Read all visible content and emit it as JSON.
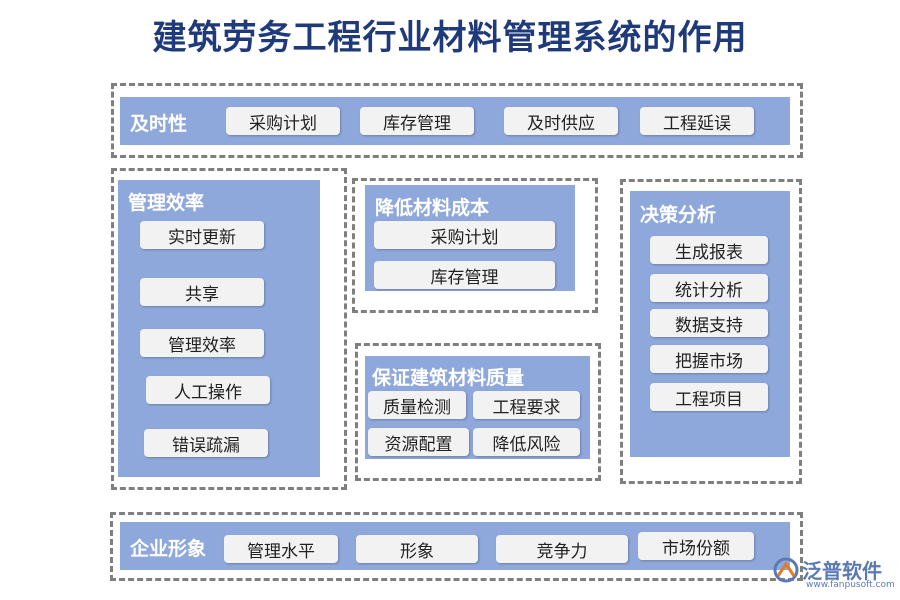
{
  "title": "建筑劳务工程行业材料管理系统的作用",
  "timeliness": {
    "label": "及时性",
    "items": [
      "采购计划",
      "库存管理",
      "及时供应",
      "工程延误"
    ]
  },
  "efficiency": {
    "label": "管理效率",
    "items": [
      "实时更新",
      "共享",
      "管理效率",
      "人工操作",
      "错误疏漏"
    ]
  },
  "cost": {
    "label": "降低材料成本",
    "items": [
      "采购计划",
      "库存管理"
    ]
  },
  "quality": {
    "label": "保证建筑材料质量",
    "items": [
      "质量检测",
      "工程要求",
      "资源配置",
      "降低风险"
    ]
  },
  "decision": {
    "label": "决策分析",
    "items": [
      "生成报表",
      "统计分析",
      "数据支持",
      "把握市场",
      "工程项目"
    ]
  },
  "image": {
    "label": "企业形象",
    "items": [
      "管理水平",
      "形象",
      "竞争力",
      "市场份额"
    ]
  },
  "logo": {
    "name": "泛普软件",
    "url": "www.fanpusoft.com",
    "icon": "fanpu-logo-icon"
  },
  "colors": {
    "title": "#1f3a7a",
    "panel": "#8fa8dc",
    "pill": "#f2f2f2",
    "dash": "#7f7f7f"
  }
}
